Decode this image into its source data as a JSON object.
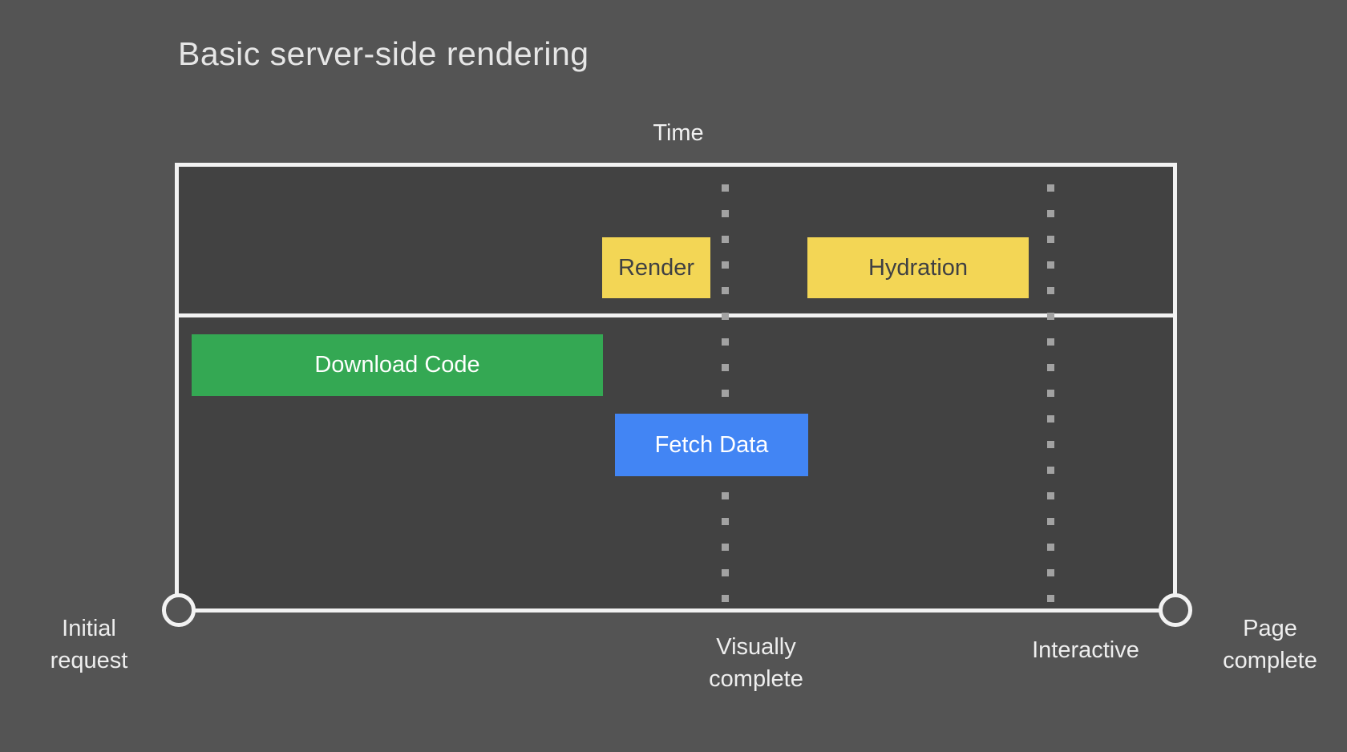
{
  "title": "Basic server-side rendering",
  "axis": {
    "time_label": "Time",
    "milestones": {
      "initial_request": {
        "line1": "Initial",
        "line2": "request"
      },
      "visually_complete": {
        "line1": "Visually",
        "line2": "complete"
      },
      "interactive": {
        "label": "Interactive"
      },
      "page_complete": {
        "line1": "Page",
        "line2": "complete"
      }
    }
  },
  "tasks": {
    "render": {
      "label": "Render",
      "color": "#f3d655"
    },
    "hydration": {
      "label": "Hydration",
      "color": "#f3d655"
    },
    "download_code": {
      "label": "Download Code",
      "color": "#34a853"
    },
    "fetch_data": {
      "label": "Fetch Data",
      "color": "#4285f4"
    }
  },
  "colors": {
    "background": "#545454",
    "panel_fill": "#424242",
    "line_white": "#f2f2f2",
    "dotted_line_gray": "#a2a2a2",
    "task_text_dark": "#3f4043",
    "task_text_light": "#ffffff",
    "label_text": "#eeeeee"
  }
}
